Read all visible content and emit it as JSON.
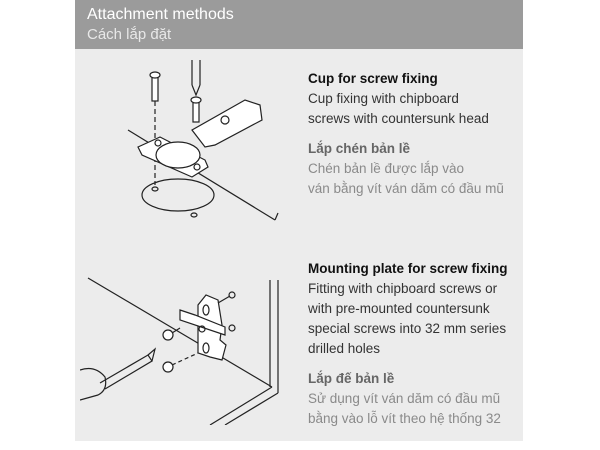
{
  "header": {
    "title": "Attachment methods",
    "subtitle": "Cách lắp đặt"
  },
  "sections": [
    {
      "title": "Cup for screw fixing",
      "body": [
        "Cup fixing with chipboard",
        "screws with countersunk head"
      ],
      "vn_title": "Lắp chén bản lề",
      "vn_body": [
        "Chén bản lề được lắp vào",
        "ván bằng vít ván dăm có đầu mũ"
      ]
    },
    {
      "title": "Mounting plate for screw fixing",
      "body": [
        "Fitting with chipboard screws or",
        "with pre-mounted countersunk",
        "special screws into 32 mm series",
        "drilled holes"
      ],
      "vn_title": "Lắp đế bản lề",
      "vn_body": [
        "Sử dụng vít ván dăm có đầu mũ",
        "bằng vào lỗ vít theo hệ thống 32"
      ]
    }
  ]
}
